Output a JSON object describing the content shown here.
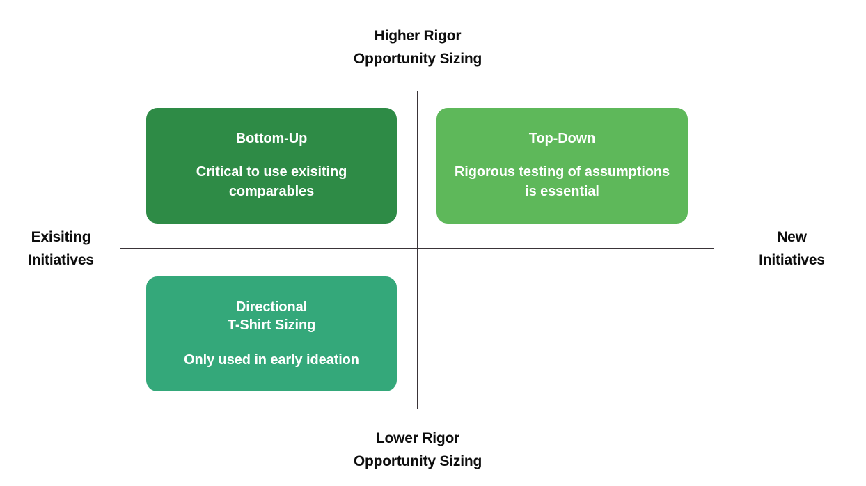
{
  "diagram": {
    "type": "2x2-matrix",
    "background_color": "#ffffff",
    "axis_color": "#3a3438",
    "axes": {
      "top_label": {
        "line1": "Higher Rigor",
        "line2": "Opportunity Sizing"
      },
      "bottom_label": {
        "line1": "Lower Rigor",
        "line2": "Opportunity Sizing"
      },
      "left_label": {
        "line1": "Exisiting",
        "line2": "Initiatives"
      },
      "right_label": {
        "line1": "New",
        "line2": "Initiatives"
      }
    },
    "quadrants": [
      {
        "position": "top-left",
        "title_line1": "Bottom-Up",
        "title_line2": "",
        "body": "Critical to use exisiting comparables",
        "color": "#2E8B46",
        "text_color": "#ffffff"
      },
      {
        "position": "top-right",
        "title_line1": "Top-Down",
        "title_line2": "",
        "body": "Rigorous testing of assumptions is essential",
        "color": "#5EB85A",
        "text_color": "#ffffff"
      },
      {
        "position": "bottom-left",
        "title_line1": "Directional",
        "title_line2": "T-Shirt Sizing",
        "body": "Only used in early ideation",
        "color": "#34A87A",
        "text_color": "#ffffff"
      },
      {
        "position": "bottom-right",
        "title_line1": "",
        "title_line2": "",
        "body": "",
        "color": "",
        "text_color": ""
      }
    ]
  }
}
